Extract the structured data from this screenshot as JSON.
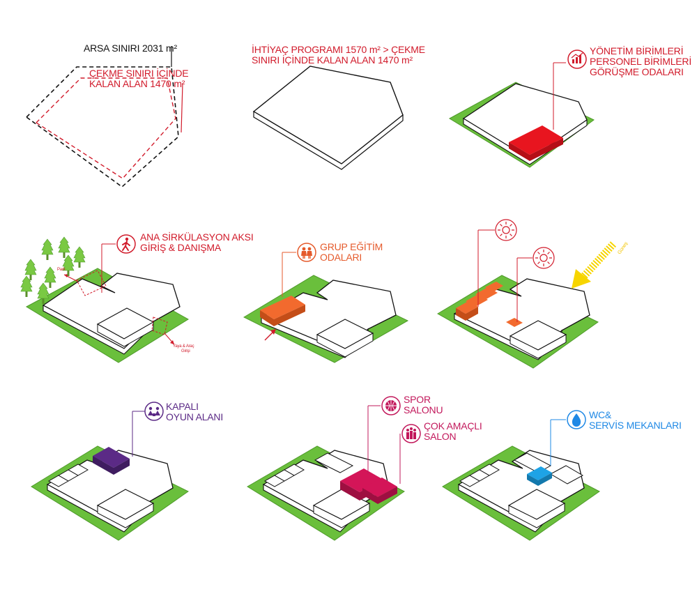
{
  "panels": {
    "p1": {
      "site_boundary": "ARSA SINIRI 2031 m²",
      "setback_line1": "ÇEKME SINIRI İÇİNDE",
      "setback_line2": "KALAN ALAN 1470 m²"
    },
    "p2": {
      "line1": "İHTİYAÇ PROGRAMI 1570 m² > ÇEKME",
      "line2": "SINIRI İÇİNDE KALAN ALAN 1470 m²"
    },
    "p3": {
      "line1": "YÖNETİM BİRİMLERİ",
      "line2": "PERSONEL BİRİMLERİ",
      "line3": "GÖRÜŞME ODALARI"
    },
    "p4": {
      "line1": "ANA SİRKÜLASYON AKSI",
      "line2": "GİRİŞ & DANIŞMA",
      "park": "Park",
      "entrance1": "Yaya & Araç",
      "entrance2": "Girişi"
    },
    "p5": {
      "line1": "GRUP EĞİTİM",
      "line2": "ODALARI"
    },
    "p6": {
      "sun_label": "Güneş"
    },
    "p7": {
      "line1": "KAPALI",
      "line2": "OYUN ALANI"
    },
    "p8": {
      "line1": "SPOR",
      "line2": "SALONU",
      "line3": "ÇOK AMAÇLI",
      "line4": "SALON"
    },
    "p9": {
      "line1": "WC&",
      "line2": "SERVİS MEKANLARI"
    }
  },
  "colors": {
    "grass": "#6abf3c",
    "grass_dark": "#4e9a2a",
    "admin_red": "#e8151f",
    "edu_orange": "#f26a2e",
    "play_purple": "#5b2a86",
    "sport_magenta": "#d41558",
    "wc_blue": "#1ea3e6",
    "label_red": "#d11a2a",
    "sun_yellow": "#f7d500"
  },
  "icons": [
    "chart-icon",
    "person-walking-icon",
    "children-icon",
    "sun-icon",
    "play-icon",
    "basketball-icon",
    "people-icon",
    "water-drop-icon",
    "tree-icon"
  ]
}
